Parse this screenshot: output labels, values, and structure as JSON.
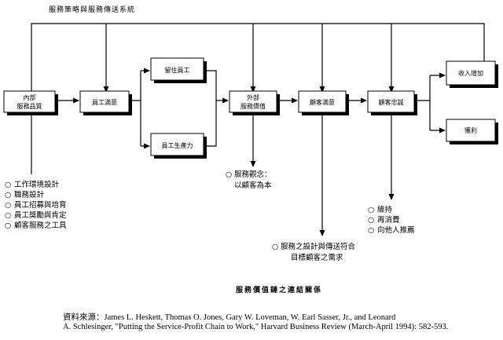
{
  "diagram": {
    "top_title": "服務策略與服務傳送系統",
    "boxes": {
      "internal_quality": [
        "內部",
        "服務品質"
      ],
      "employee_satisfaction": "員工滿意",
      "employee_retention": "留住員工",
      "employee_productivity": "員工生產力",
      "external_value": [
        "外部",
        "服務價值"
      ],
      "customer_satisfaction": "顧客滿意",
      "customer_loyalty": "顧客忠誠",
      "revenue_growth": "收入增加",
      "profitability": "獲利"
    },
    "notes": {
      "internal": [
        "工作環境設計",
        "職務設計",
        "員工招募與培育",
        "員工獎勵與肯定",
        "顧客服務之工具"
      ],
      "service_concept": [
        "服務觀念：",
        "以顧客為本"
      ],
      "loyalty": [
        "維持",
        "再消費",
        "向他人推薦"
      ],
      "service_design": [
        "服務之設計與傳送符合",
        "目標顧客之需求"
      ]
    },
    "bullet": "○",
    "bottom_title": "服務價值鏈之連結關係"
  },
  "source": {
    "line1": "資料來源：James L. Heskett, Thomas O. Jones, Gary W. Loveman, W. Earl Sasser, Jr., and Leonard",
    "line2": "A. Schlesinger, \"Putting the Service-Profit Chain to Work,\" Harvard Business Review (March-April 1994): 582-593."
  }
}
